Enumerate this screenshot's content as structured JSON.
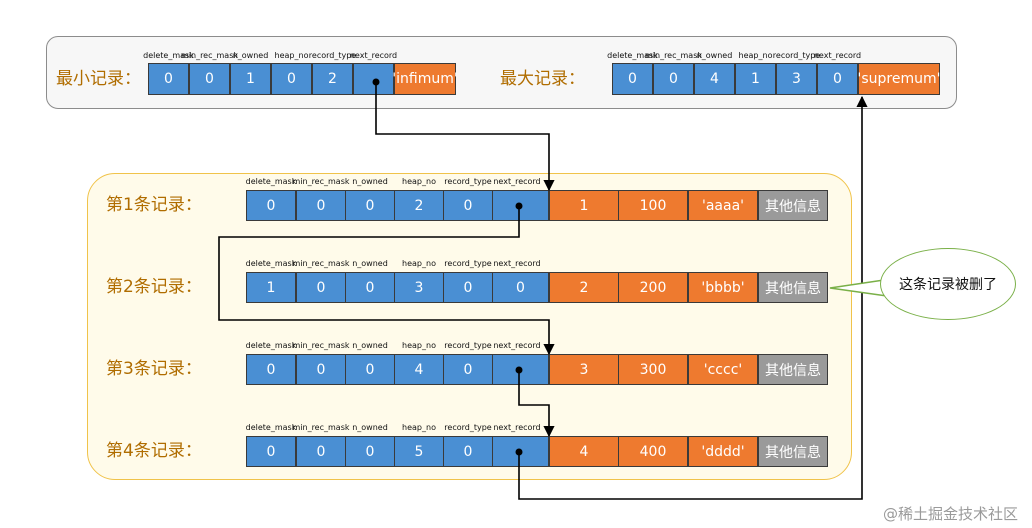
{
  "headers": [
    "delete_mask",
    "min_rec_mask",
    "n_owned",
    "heap_no",
    "record_type",
    "next_record"
  ],
  "infimum": {
    "label": "最小记录：",
    "header_values": [
      "0",
      "0",
      "1",
      "0",
      "2",
      ""
    ],
    "data": "'infimum'"
  },
  "supremum": {
    "label": "最大记录：",
    "header_values": [
      "0",
      "0",
      "4",
      "1",
      "3",
      "0"
    ],
    "data": "'supremum'"
  },
  "records": [
    {
      "label": "第1条记录：",
      "header_values": [
        "0",
        "0",
        "0",
        "2",
        "0",
        ""
      ],
      "data": [
        "1",
        "100",
        "'aaaa'"
      ],
      "other": "其他信息"
    },
    {
      "label": "第2条记录：",
      "header_values": [
        "1",
        "0",
        "0",
        "3",
        "0",
        "0"
      ],
      "data": [
        "2",
        "200",
        "'bbbb'"
      ],
      "other": "其他信息"
    },
    {
      "label": "第3条记录：",
      "header_values": [
        "0",
        "0",
        "0",
        "4",
        "0",
        ""
      ],
      "data": [
        "3",
        "300",
        "'cccc'"
      ],
      "other": "其他信息"
    },
    {
      "label": "第4条记录：",
      "header_values": [
        "0",
        "0",
        "0",
        "5",
        "0",
        ""
      ],
      "data": [
        "4",
        "400",
        "'dddd'"
      ],
      "other": "其他信息"
    }
  ],
  "callout": "这条记录被删了",
  "watermark": "@稀土掘金技术社区",
  "colors": {
    "header_cell": "#4a8fd3",
    "data_cell": "#ee7a2f",
    "other_cell": "#9a9a9a",
    "top_box_border": "#8c8c8c",
    "bottom_box_border": "#f0c34a",
    "bottom_box_fill": "#fffbea",
    "label_text": "#b06d00",
    "callout_border": "#7ab048"
  },
  "icons": [
    "pointer-dot-icon",
    "arrow-head-icon"
  ]
}
